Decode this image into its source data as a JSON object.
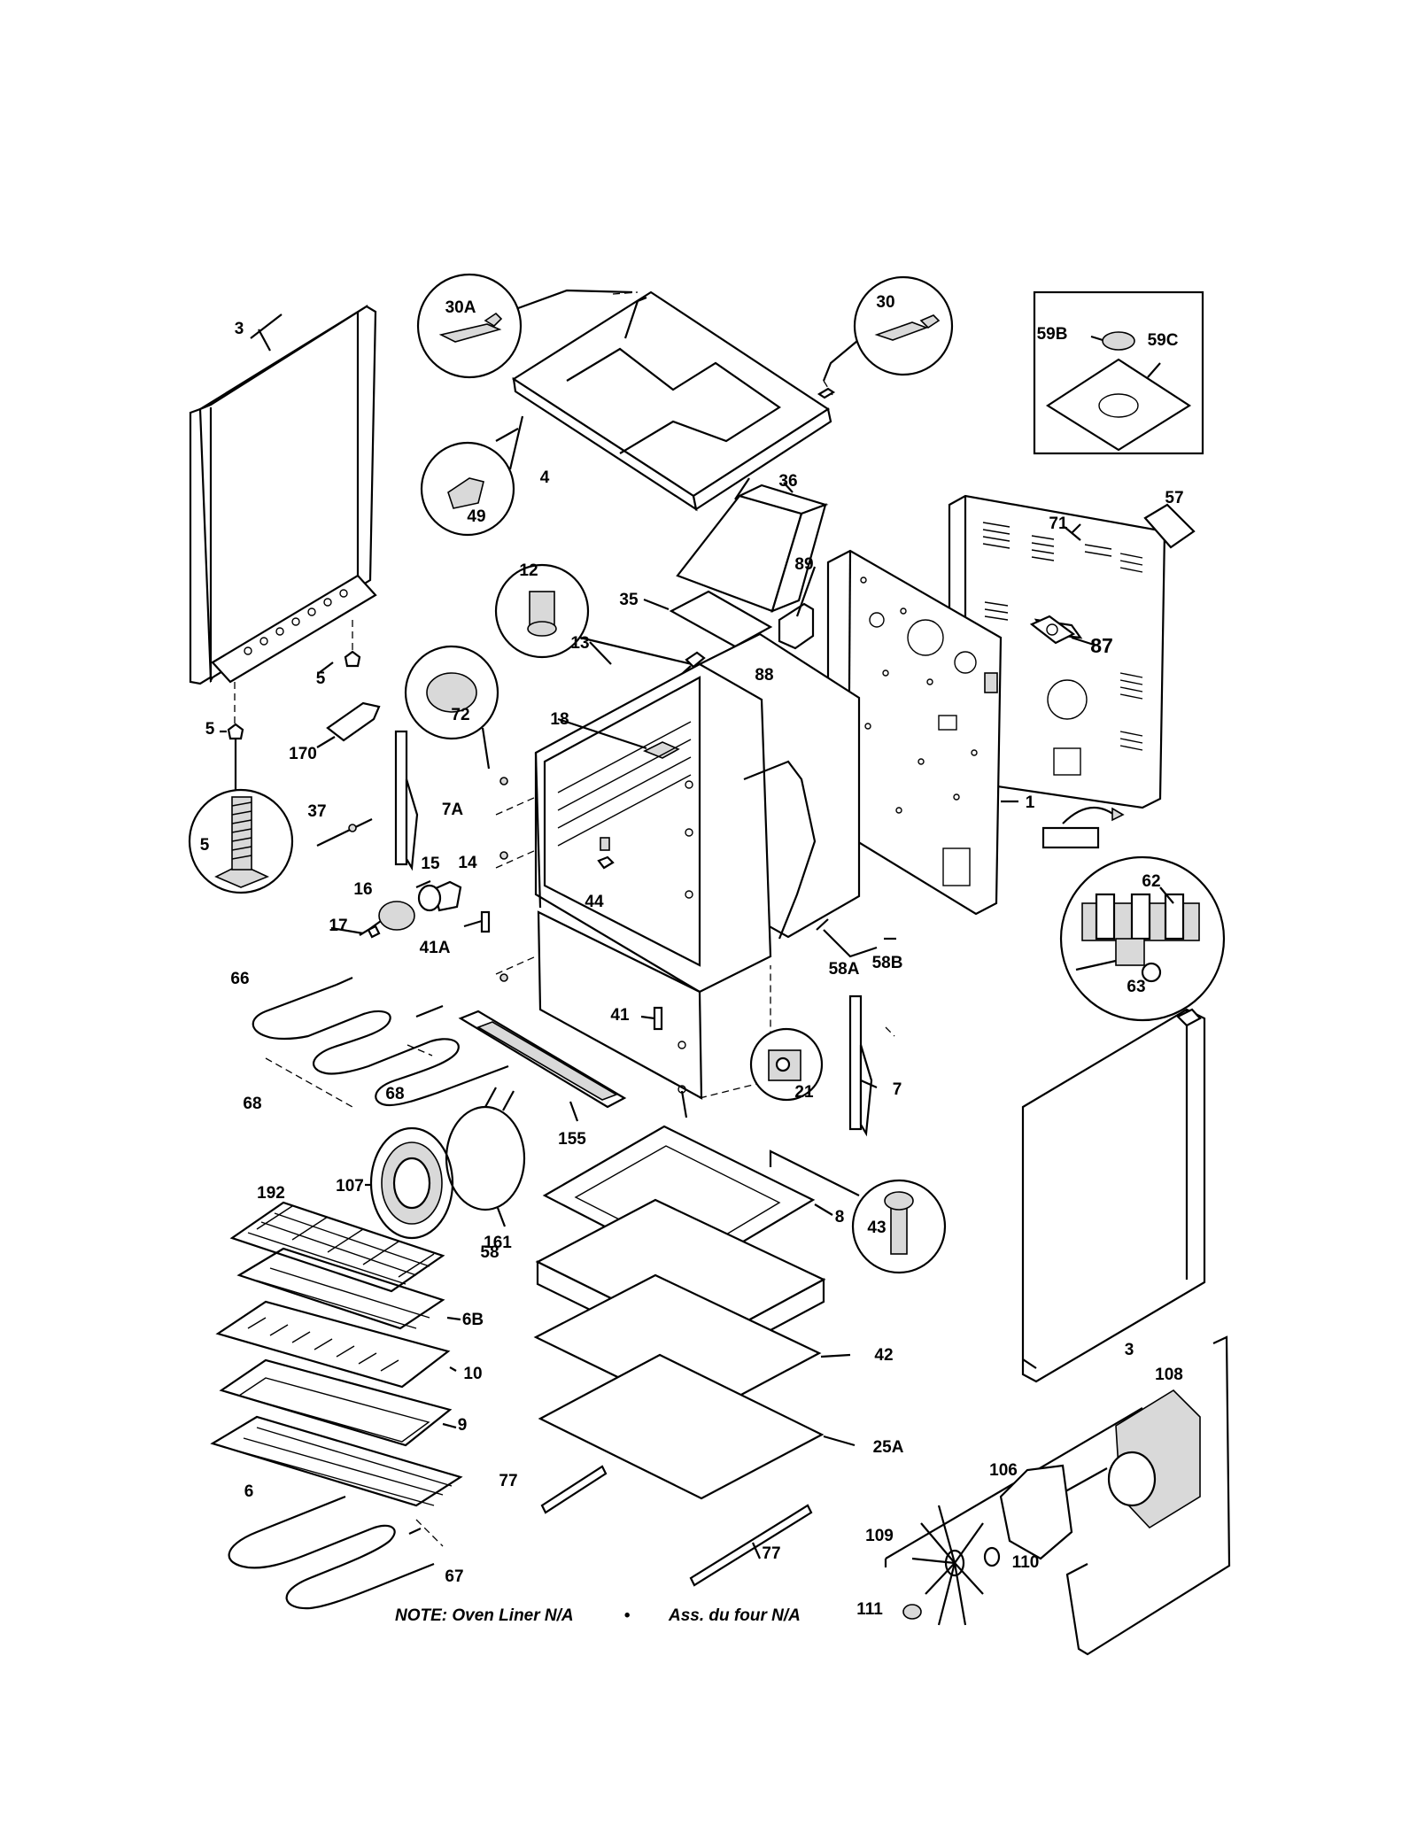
{
  "diagram": {
    "part_labels": {
      "p3_left": "3",
      "p30A": "30A",
      "p30": "30",
      "p59B": "59B",
      "p59C": "59C",
      "p4": "4",
      "p49": "49",
      "p36": "36",
      "p57": "57",
      "p71": "71",
      "p12": "12",
      "p89": "89",
      "p35": "35",
      "p87": "87",
      "p88": "88",
      "p5_upper": "5",
      "p13": "13",
      "p72": "72",
      "p5_lower": "5",
      "p170": "170",
      "p18": "18",
      "p5_detail": "5",
      "p37": "37",
      "p7A": "7A",
      "p15": "15",
      "p14": "14",
      "p1": "1",
      "p62": "62",
      "p16": "16",
      "p17": "17",
      "p44": "44",
      "p41A": "41A",
      "p58A": "58A",
      "p58B": "58B",
      "p63": "63",
      "p66": "66",
      "p41": "41",
      "p21": "21",
      "p7": "7",
      "p68_left": "68",
      "p68_right": "68",
      "p155": "155",
      "p107": "107",
      "p161": "161",
      "p192": "192",
      "p8": "8",
      "p43": "43",
      "p58": "58",
      "p6B": "6B",
      "p42": "42",
      "p10": "10",
      "p3_right": "3",
      "p108": "108",
      "p9": "9",
      "p25A": "25A",
      "p106": "106",
      "p77_left": "77",
      "p6": "6",
      "p109": "109",
      "p110": "110",
      "p77_right": "77",
      "p67": "67",
      "p111": "111"
    },
    "note_en": "NOTE: Oven Liner N/A",
    "bullet": "•",
    "note_fr": "Ass. du four N/A"
  }
}
